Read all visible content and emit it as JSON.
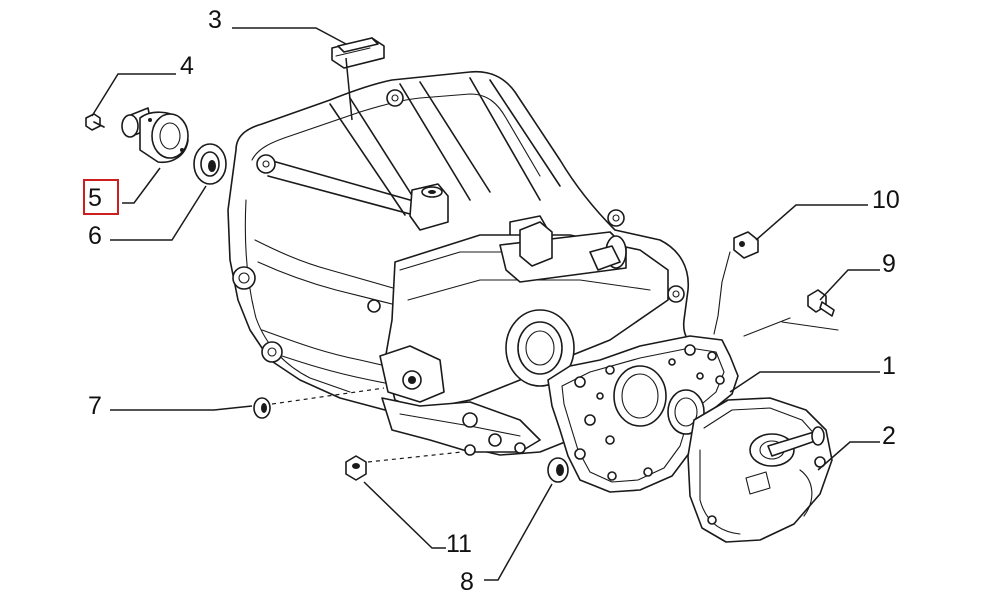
{
  "diagram": {
    "callouts": [
      {
        "id": "1",
        "label": "1"
      },
      {
        "id": "2",
        "label": "2"
      },
      {
        "id": "3",
        "label": "3"
      },
      {
        "id": "4",
        "label": "4"
      },
      {
        "id": "5",
        "label": "5",
        "highlighted": true
      },
      {
        "id": "6",
        "label": "6"
      },
      {
        "id": "7",
        "label": "7"
      },
      {
        "id": "8",
        "label": "8"
      },
      {
        "id": "9",
        "label": "9"
      },
      {
        "id": "10",
        "label": "10"
      },
      {
        "id": "11",
        "label": "11"
      }
    ],
    "colors": {
      "line": "#1a1a1a",
      "background": "#ffffff",
      "highlight_box": "#cc1f1f"
    }
  }
}
